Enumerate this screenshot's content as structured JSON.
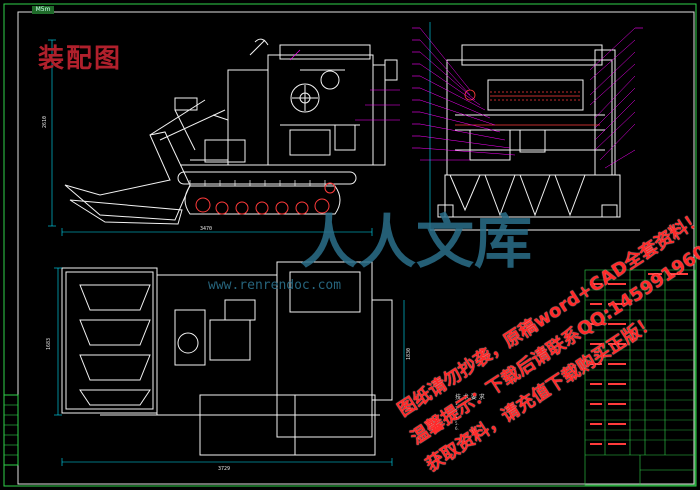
{
  "title": "装配图",
  "corner_tag": "M5m",
  "dims": {
    "side_width": "3470",
    "side_height": "2610",
    "plan_height": "1683",
    "plan_right": "1830",
    "plan_width": "3729"
  },
  "watermark": {
    "brand_cn": "文库",
    "brand_prefix": "人人",
    "url": "www.renrendoc.com",
    "line1": "图纸请勿抄袭，原稿word+CAD全套资料！",
    "line2": "温馨提示：下载后请联系QQ:1459919609",
    "line3": "获取资料，请充值下载购买正版！"
  },
  "notes": {
    "title": "技 术 要 求",
    "lines": [
      "1.",
      "2.",
      "3.",
      "4.",
      "5.",
      "6."
    ]
  },
  "colors": {
    "background": "#000000",
    "drawing_white": "#ffffff",
    "leader_magenta": "#ff00ff",
    "dim_cyan": "#00e5ff",
    "frame_green": "#2fd24a",
    "title_red": "#b0202c",
    "watermark_red": "#ff2a2a",
    "watermark_blue": "#2b6f8a"
  }
}
